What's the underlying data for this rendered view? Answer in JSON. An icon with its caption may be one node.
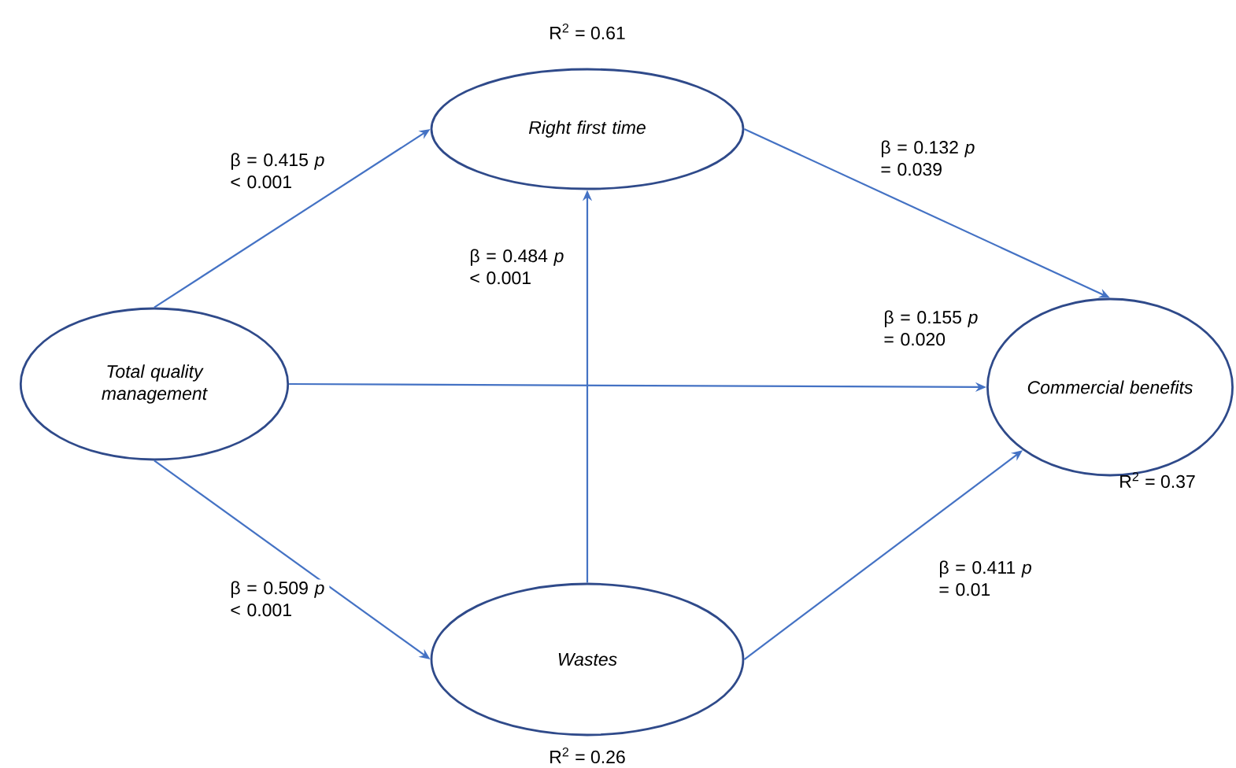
{
  "diagram": {
    "nodes": [
      {
        "text": [
          "Right first time"
        ],
        "beside": [
          "R$^{2}$ = 0.61"
        ]
      },
      {
        "text": [
          "Total quality management"
        ]
      },
      {
        "text": [
          "Commercial benefits"
        ],
        "beside": [
          "R$^{2}$ = 0.37"
        ]
      },
      {
        "text": [
          "Wastes"
        ],
        "beside": [
          "R$^{2}$ = 0.26"
        ]
      }
    ],
    "edges": [
      {
        "from": 1,
        "to": 0,
        "arrow": "to",
        "label": "β = 0.415 *p* < 0.001"
      },
      {
        "from": 0,
        "to": 2,
        "arrow": "to",
        "label": "β = 0.132 *p* = 0.039"
      },
      {
        "from": 3,
        "to": 0,
        "arrow": "to",
        "label": "β = 0.484 *p* < 0.001"
      },
      {
        "from": 1,
        "to": 2,
        "arrow": "to",
        "label": "β = 0.155 *p* = 0.020"
      },
      {
        "from": 1,
        "to": 3,
        "arrow": "to",
        "label": "β = 0.509 *p* < 0.001"
      },
      {
        "from": 3,
        "to": 2,
        "arrow": "to",
        "label": "β = 0.411 *p* = 0.01"
      }
    ]
  }
}
